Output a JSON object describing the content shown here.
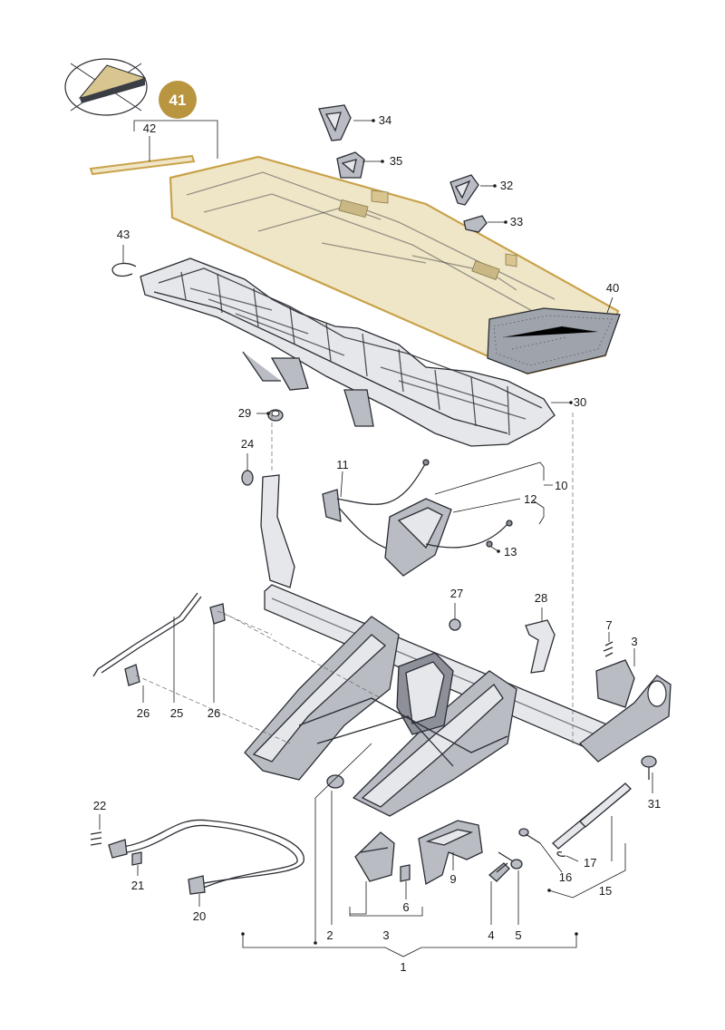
{
  "highlight": {
    "number": "41",
    "color": "#b99540"
  },
  "colors": {
    "cushion": "#efe6c8",
    "outline": "#c9a24a",
    "frame": "#e6e7ea"
  },
  "icons": {
    "top_left": "seat-view-icon"
  },
  "labels": {
    "l1": "1",
    "l2": "2",
    "l3a": "3",
    "l3b": "3",
    "l4": "4",
    "l5": "5",
    "l6": "6",
    "l7": "7",
    "l9": "9",
    "l10": "10",
    "l11": "11",
    "l12": "12",
    "l13": "13",
    "l15": "15",
    "l16": "16",
    "l17": "17",
    "l20": "20",
    "l21": "21",
    "l22": "22",
    "l24": "24",
    "l25": "25",
    "l26a": "26",
    "l26b": "26",
    "l27": "27",
    "l28": "28",
    "l29": "29",
    "l30": "30",
    "l31": "31",
    "l32": "32",
    "l33": "33",
    "l34": "34",
    "l35": "35",
    "l40": "40",
    "l42": "42",
    "l43": "43"
  }
}
